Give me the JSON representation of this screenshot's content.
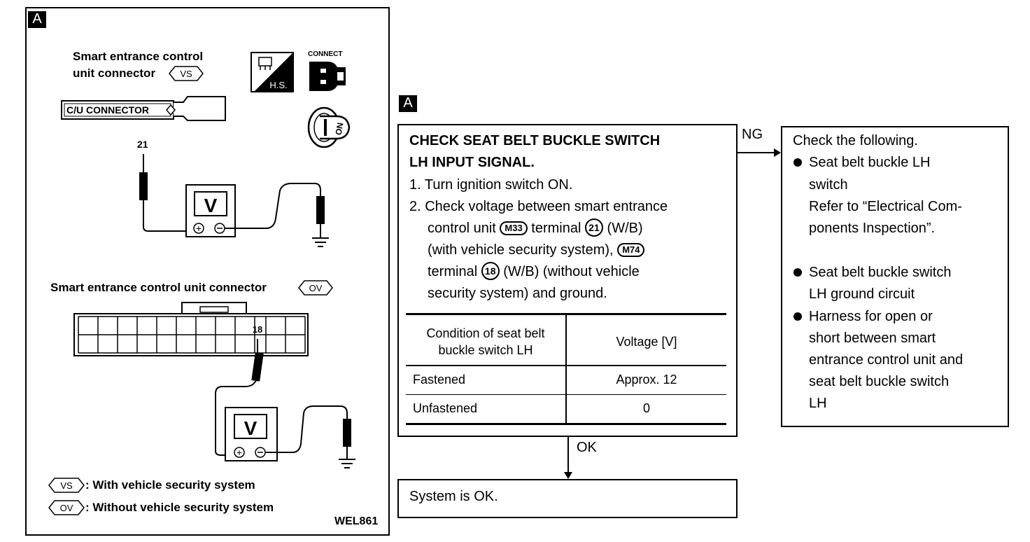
{
  "figure": {
    "tag": "A",
    "connector_vs_label_line1": "Smart entrance control",
    "connector_vs_label_line2": "unit connector",
    "vs_badge": "VS",
    "ov_badge": "OV",
    "cu_connector": "C/U CONNECTOR",
    "hs_label": "H.S.",
    "connect_label": "CONNECT",
    "on_label": "ON",
    "terminal_21": "21",
    "terminal_18": "18",
    "meter_label": "V",
    "connector_ov_label": "Smart entrance control unit connector",
    "legend_vs": ": With vehicle security system",
    "legend_ov": ": Without vehicle security system",
    "figure_id": "WEL861"
  },
  "flow": {
    "tag": "A",
    "check_title_line1": "CHECK SEAT BELT BUCKLE SWITCH",
    "check_title_line2": "LH INPUT SIGNAL.",
    "step1": "1. Turn ignition switch ON.",
    "step2_line1": "2. Check voltage between smart entrance",
    "step2_line2a": "control unit",
    "m33": "M33",
    "step2_line2b": "terminal",
    "t21": "21",
    "step2_line2c": "(W/B)",
    "step2_line3": "(with vehicle security system),",
    "m74": "M74",
    "step2_line4a": "terminal",
    "t18": "18",
    "step2_line4b": "(W/B) (without vehicle",
    "step2_line5": "security system) and ground.",
    "table": {
      "header_condition_line1": "Condition of seat belt",
      "header_condition_line2": "buckle switch LH",
      "header_voltage": "Voltage [V]",
      "rows": [
        {
          "condition": "Fastened",
          "voltage": "Approx. 12"
        },
        {
          "condition": "Unfastened",
          "voltage": "0"
        }
      ]
    },
    "ng_label": "NG",
    "ok_label": "OK",
    "ng_box": {
      "intro": "Check the following.",
      "item1_line1": "Seat belt buckle LH",
      "item1_line2": "switch",
      "item1_line3": "Refer to “Electrical Com-",
      "item1_line4": "ponents Inspection”.",
      "item2_line1": "Seat belt buckle switch",
      "item2_line2": "LH ground circuit",
      "item3_line1": "Harness for open or",
      "item3_line2": "short between smart",
      "item3_line3": "entrance control unit and",
      "item3_line4": "seat belt buckle switch",
      "item3_line5": "LH"
    },
    "ok_box": "System is OK."
  }
}
